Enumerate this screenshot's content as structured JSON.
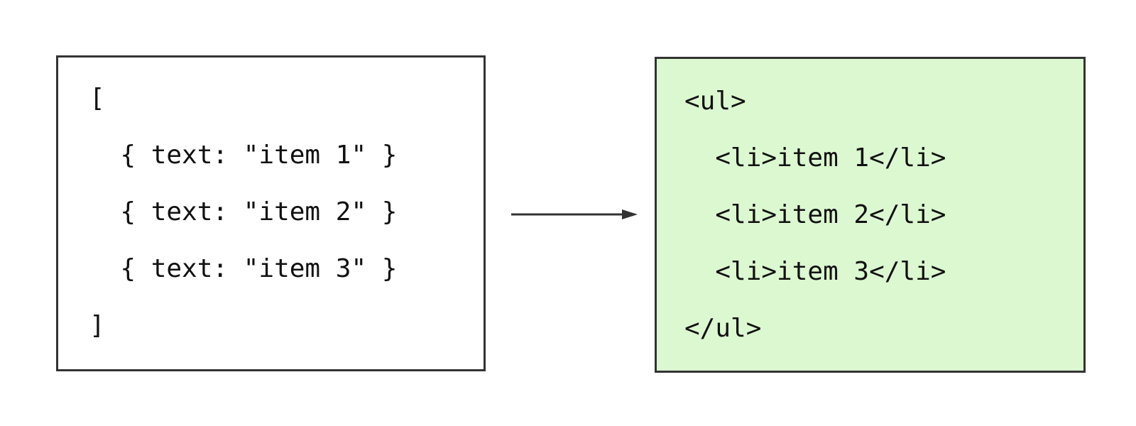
{
  "source_panel": {
    "lines": [
      "[",
      "  { text: \"item 1\" }",
      "  { text: \"item 2\" }",
      "  { text: \"item 3\" }",
      "]"
    ]
  },
  "output_panel": {
    "background_color": "#dcf8d0",
    "lines": [
      "<ul>",
      "  <li>item 1</li>",
      "  <li>item 2</li>",
      "  <li>item 3</li>",
      "</ul>"
    ]
  },
  "colors": {
    "border": "#333333",
    "arrow": "#333333",
    "text": "#111111"
  }
}
